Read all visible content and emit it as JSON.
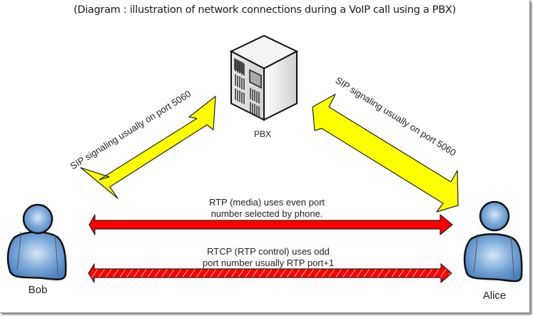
{
  "title": "(Diagram : illustration of network connections during a VoIP call using a PBX)",
  "nodes": {
    "pbx": {
      "label": "PBX",
      "icon": "server-tower-icon"
    },
    "bob": {
      "label": "Bob",
      "icon": "user-icon"
    },
    "alice": {
      "label": "Alice",
      "icon": "user-icon"
    }
  },
  "connections": {
    "sip_left": {
      "from": "Bob",
      "to": "PBX",
      "label": "SIP signaling usually on port 5060",
      "style": "double-arrow",
      "color": "#ffff00"
    },
    "sip_right": {
      "from": "PBX",
      "to": "Alice",
      "label": "SIP signaling usually on port 5060",
      "style": "double-arrow",
      "color": "#ffff00"
    },
    "rtp": {
      "from": "Bob",
      "to": "Alice",
      "label_line1": "RTP (media) uses even port",
      "label_line2": "number selected by phone.",
      "style": "double-arrow",
      "color": "#ff0000"
    },
    "rtcp": {
      "from": "Bob",
      "to": "Alice",
      "label_line1": "RTCP (RTP control) uses odd",
      "label_line2": "port number usually RTP port+1",
      "style": "double-arrow-hatched",
      "color": "#ff0000"
    }
  },
  "colors": {
    "sip_arrow": "#ffff00",
    "rtp_arrow": "#ff0000",
    "user_fill": "#5b8fc8",
    "server_fill": "#e6e6e6"
  }
}
